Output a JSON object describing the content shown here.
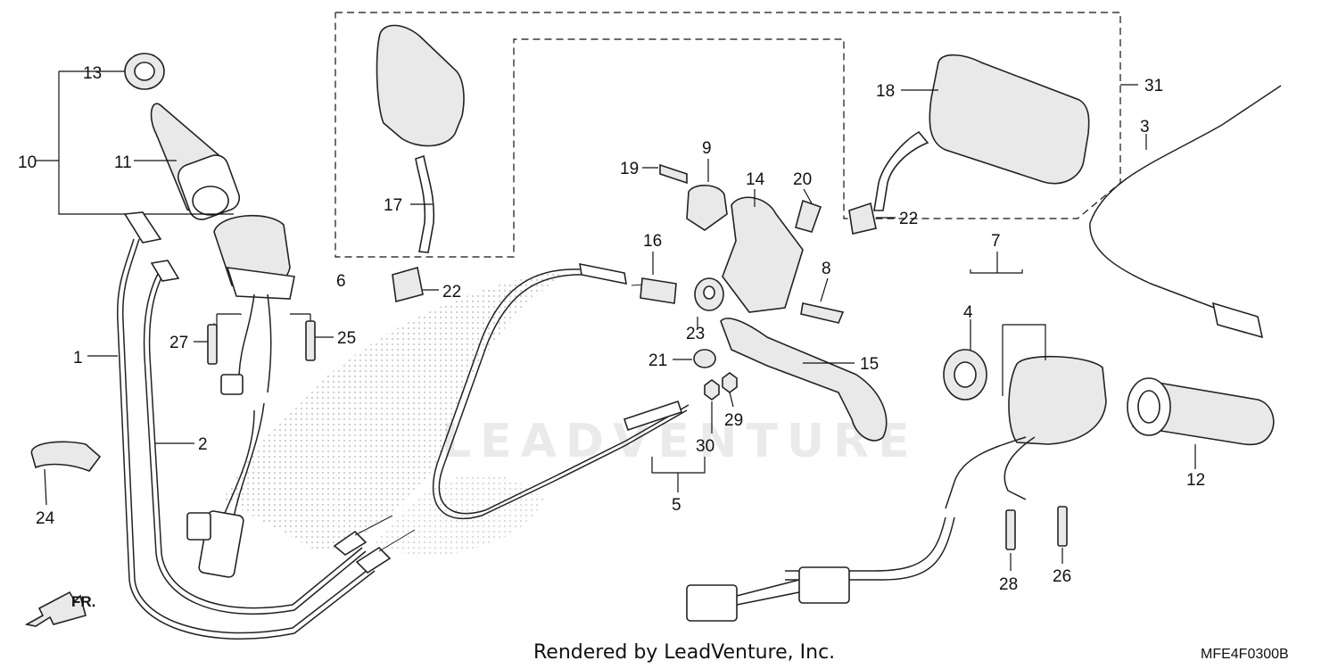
{
  "diagram": {
    "callouts": [
      "1",
      "2",
      "3",
      "4",
      "5",
      "6",
      "7",
      "8",
      "9",
      "10",
      "11",
      "12",
      "13",
      "14",
      "15",
      "16",
      "17",
      "18",
      "19",
      "20",
      "21",
      "22",
      "22",
      "23",
      "24",
      "25",
      "26",
      "27",
      "28",
      "29",
      "30",
      "31"
    ],
    "direction_label": "FR.",
    "watermark": "LEADVENTURE",
    "credit": "Rendered by LeadVenture, Inc.",
    "drawing_code": "MFE4F0300B"
  }
}
